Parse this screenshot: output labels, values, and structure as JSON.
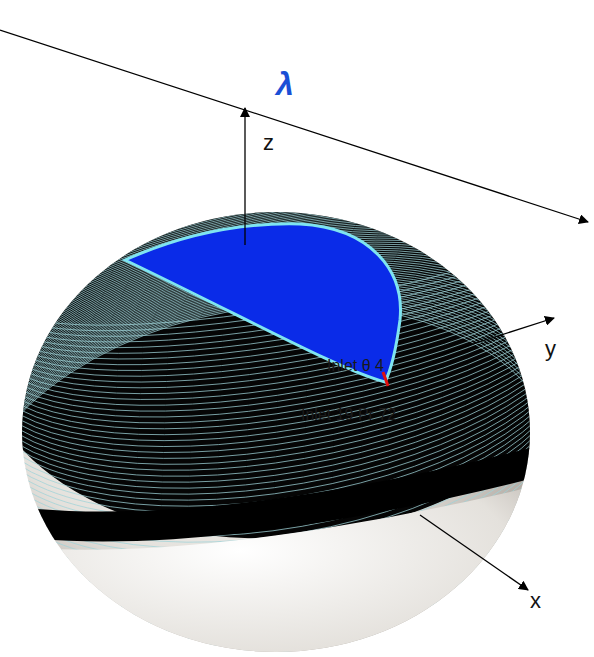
{
  "diagram": {
    "labels": [
      "λ",
      "z",
      "y",
      "x",
      "Inlet θ 4",
      "Inlet 19 Pr 72"
    ]
  }
}
